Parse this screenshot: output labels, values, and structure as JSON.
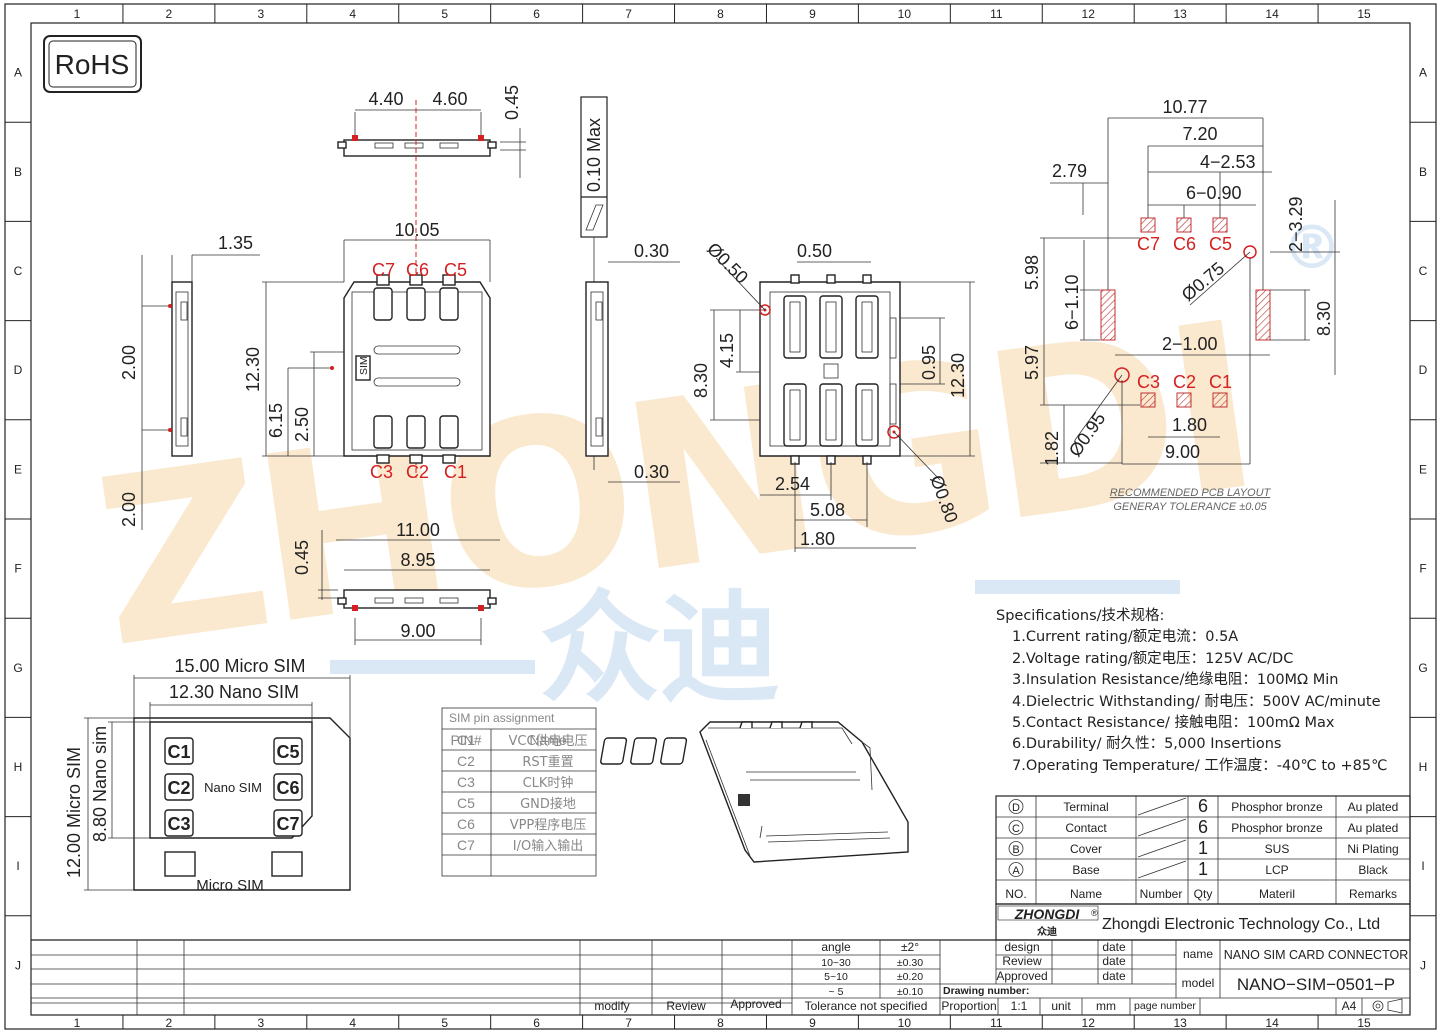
{
  "border": {
    "columns": [
      "1",
      "2",
      "3",
      "4",
      "5",
      "6",
      "7",
      "8",
      "9",
      "10",
      "11",
      "12",
      "13",
      "14",
      "15"
    ],
    "rows": [
      "A",
      "B",
      "C",
      "D",
      "E",
      "F",
      "G",
      "H",
      "I",
      "J"
    ]
  },
  "rohs": "RoHS",
  "watermark": {
    "latin": "ZHONGDI",
    "cjk": "众迪",
    "mark": "®"
  },
  "top_view": {
    "d_440": "4.40",
    "d_460": "4.60",
    "d_045": "0.45"
  },
  "flatness": {
    "tol": "0.10 Max"
  },
  "side_view": {
    "d_135": "1.35",
    "d_200a": "2.00",
    "d_200b": "2.00"
  },
  "front_view": {
    "d_1005": "10.05",
    "d_1230": "12.30",
    "d_615": "6.15",
    "d_250": "2.50",
    "pins_top": [
      "C7",
      "C6",
      "C5"
    ],
    "pins_bottom": [
      "C3",
      "C2",
      "C1"
    ],
    "sim": "SIM"
  },
  "right_view": {
    "d_030a": "0.30",
    "d_030b": "0.30"
  },
  "bottom_view": {
    "d_045": "0.45",
    "d_1100": "11.00",
    "d_895": "8.95",
    "d_900": "9.00"
  },
  "pad_view": {
    "d_050": "0.50",
    "d_phi050": "Ø0.50",
    "d_415": "4.15",
    "d_830": "8.30",
    "d_095": "0.95",
    "d_1230": "12.30",
    "d_254": "2.54",
    "d_508": "5.08",
    "d_180": "1.80",
    "d_phi080": "Ø0.80"
  },
  "pcb": {
    "d_1077": "10.77",
    "d_720": "7.20",
    "d_4_253": "4−2.53",
    "d_279": "2.79",
    "d_6_090": "6−0.90",
    "d_2_329": "2−3.29",
    "d_598": "5.98",
    "d_6_110": "6−1.10",
    "d_phi075": "Ø0.75",
    "d_830": "8.30",
    "d_2_100": "2−1.00",
    "d_597": "5.97",
    "d_phi095": "Ø0.95",
    "d_180": "1.80",
    "d_182": "1.82",
    "d_900": "9.00",
    "pins_top": [
      "C7",
      "C6",
      "C5"
    ],
    "pins_bottom": [
      "C3",
      "C2",
      "C1"
    ],
    "title": "RECOMMENDED PCB LAYOUT",
    "tol": "GENERAY TOLERANCE ±0.05"
  },
  "sim_card": {
    "d_micro_w": "15.00 Micro SIM",
    "d_nano_w": "12.30 Nano SIM",
    "d_micro_h": "12.00 Micro SIM",
    "d_nano_h": "8.80 Nano sim",
    "contacts": [
      "C1",
      "C2",
      "C3",
      "C5",
      "C6",
      "C7"
    ],
    "nano_label": "Nano SIM",
    "micro_label": "Micro SIM"
  },
  "pin_table": {
    "title": "SIM pin assignment",
    "headers": [
      "PIN#",
      "Name"
    ],
    "rows": [
      [
        "C1",
        "VCC供电电压"
      ],
      [
        "C2",
        "RST重置"
      ],
      [
        "C3",
        "CLK时钟"
      ],
      [
        "C5",
        "GND接地"
      ],
      [
        "C6",
        "VPP程序电压"
      ],
      [
        "C7",
        "I/O输入输出"
      ]
    ]
  },
  "specs": {
    "title": "Specifications/技术规格:",
    "items": [
      "1.Current rating/额定电流：0.5A",
      "2.Voltage rating/额定电压：125V AC/DC",
      "3.Insulation Resistance/绝缘电阻：100MΩ Min",
      "4.Dielectric Withstanding/ 耐电压：500V AC/minute",
      "5.Contact Resistance/ 接触电阻：100mΩ  Max",
      "6.Durability/ 耐久性：5,000 Insertions",
      "7.Operating Temperature/ 工作温度：-40℃  to +85℃"
    ]
  },
  "bom": {
    "rows": [
      {
        "id": "D",
        "name": "Terminal",
        "qty": "6",
        "mat": "Phosphor bronze",
        "rem": "Au plated"
      },
      {
        "id": "C",
        "name": "Contact",
        "qty": "6",
        "mat": "Phosphor bronze",
        "rem": "Au plated"
      },
      {
        "id": "B",
        "name": "Cover",
        "qty": "1",
        "mat": "SUS",
        "rem": "Ni Plating"
      },
      {
        "id": "A",
        "name": "Base",
        "qty": "1",
        "mat": "LCP",
        "rem": "Black"
      }
    ],
    "header": {
      "no": "NO.",
      "name": "Name",
      "number": "Number",
      "qty": "Qty",
      "mat": "Materil",
      "rem": "Remarks"
    }
  },
  "title_block": {
    "logo": "ZHONGDI",
    "logo_reg": "®",
    "logo_cjk": "众迪",
    "company": "Zhongdi Electronic Technology Co., Ltd",
    "tol_angle": "angle",
    "tol_angle_v": "±2°",
    "tol_r1": "10~30",
    "tol_r1_v": "±0.30",
    "tol_r2": "5~10",
    "tol_r2_v": "±0.20",
    "tol_r3": "~ 5",
    "tol_r3_v": "±0.10",
    "tol_label": "Tolerance not specified",
    "modify": "modify",
    "review": "Review",
    "approved": "Approved",
    "design": "design",
    "review2": "Review",
    "approved2": "Approved",
    "date": "date",
    "name_label": "name",
    "name_value": "NANO SIM CARD CONNECTOR",
    "model_label": "model",
    "model_value": "NANO−SIM−0501−P",
    "drawing_number": "Drawing number:",
    "proportion": "Proportion",
    "prop_value": "1:1",
    "unit": "unit",
    "unit_value": "mm",
    "page_number": "page number",
    "size": "A4"
  }
}
